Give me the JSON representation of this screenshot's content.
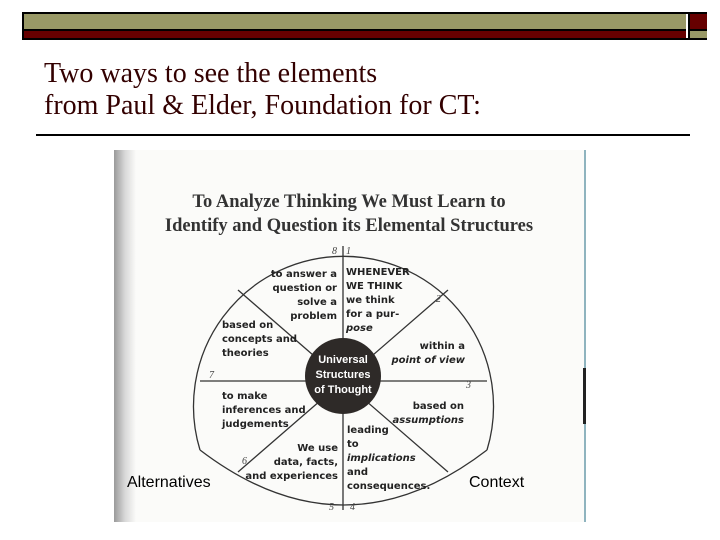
{
  "slide": {
    "title_line1": "Two ways to see the elements",
    "title_line2": "from Paul & Elder, Foundation for CT:",
    "colors": {
      "olive": "#999966",
      "maroon": "#660000",
      "title_text": "#330000"
    }
  },
  "figure": {
    "heading_line1": "To Analyze Thinking We Must Learn to",
    "heading_line2": "Identify and Question its Elemental Structures",
    "center": [
      "Universal",
      "Structures",
      "of Thought"
    ],
    "segments": [
      {
        "number": "1",
        "lines": [
          "WHENEVER",
          "WE THINK",
          "we think",
          "for a pur-",
          "pose"
        ]
      },
      {
        "number": "2",
        "lines": [
          "within a",
          "point of view"
        ]
      },
      {
        "number": "3",
        "lines": [
          "based on",
          "assumptions"
        ]
      },
      {
        "number": "4",
        "lines": [
          "leading",
          "to",
          "implications",
          "and",
          "consequences."
        ]
      },
      {
        "number": "5",
        "lines": [
          "We use",
          "data, facts,",
          "and experiences"
        ]
      },
      {
        "number": "6",
        "lines": [
          "to make",
          "inferences and",
          "judgements"
        ]
      },
      {
        "number": "7",
        "lines": [
          "based on",
          "concepts and",
          "theories"
        ]
      },
      {
        "number": "8",
        "lines": [
          "to answer a",
          "question or",
          "solve a",
          "problem"
        ]
      }
    ]
  },
  "overlay_labels": {
    "left": "Alternatives",
    "right": "Context"
  }
}
